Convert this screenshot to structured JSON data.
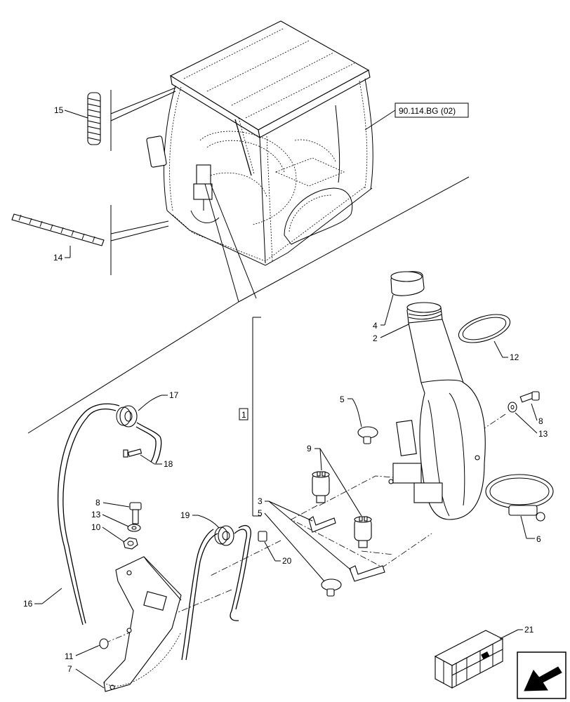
{
  "diagram": {
    "reference_box": "90.114.BG (02)",
    "group_box": "1",
    "callouts": {
      "c15": "15",
      "c14": "14",
      "c4": "4",
      "c2": "2",
      "c12": "12",
      "c5a": "5",
      "c8a": "8",
      "c13a": "13",
      "c9": "9",
      "c17": "17",
      "c18": "18",
      "c8b": "8",
      "c13b": "13",
      "c10": "10",
      "c19": "19",
      "c3": "3",
      "c5b": "5",
      "c20": "20",
      "c6": "6",
      "c16": "16",
      "c11": "11",
      "c7": "7",
      "c21": "21"
    }
  },
  "icons": {
    "nav_arrow": "next-page-arrow-icon",
    "crate": "packaging-crate-icon"
  }
}
